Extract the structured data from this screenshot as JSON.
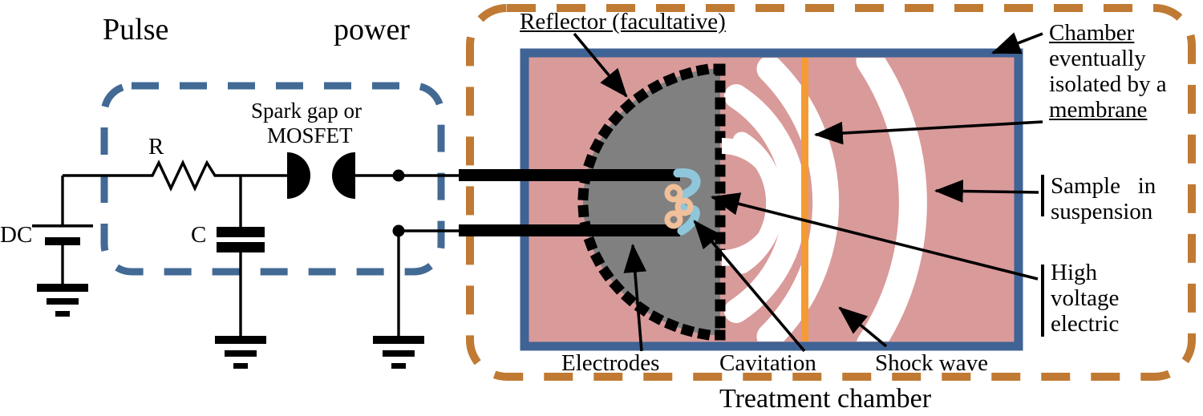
{
  "figure": {
    "title_left": "Pulse",
    "title_right": "power",
    "bottom_caption": "Treatment chamber"
  },
  "circuit": {
    "source_label": "DC",
    "resistor_label": "R",
    "capacitor_label": "C",
    "switch_label_line1": "Spark gap or",
    "switch_label_line2": "MOSFET",
    "enclosure_name": "pulse-power-dashed-box",
    "enclosure_color": "#426a94"
  },
  "chamber": {
    "enclosure_color": "#c07a33",
    "wall_color": "#3f6394",
    "fluid_color": "#d99a9a",
    "reflector_color": "#808080",
    "membrane_color": "#f59b35",
    "shockwave_color": "#ffffff",
    "bubble_fill": "#f7d7b8",
    "bubble_stroke": "#e8a869",
    "spark_color": "#8fc6da"
  },
  "callouts": {
    "reflector": "Reflector (facultative)",
    "chamber_line1": "Chamber",
    "chamber_line2": "eventually",
    "chamber_line3": "isolated by a",
    "chamber_line4": "membrane",
    "sample_line1": "Sample   in",
    "sample_line2": "suspension",
    "highvoltage_line1": "High",
    "highvoltage_line2": "voltage",
    "highvoltage_line3": "electric",
    "electrodes": "Electrodes",
    "cavitation": "Cavitation",
    "shockwave": "Shock wave"
  },
  "icons": {
    "ground": "ground-icon",
    "battery": "battery-icon",
    "resistor": "resistor-zigzag-icon",
    "capacitor": "capacitor-icon",
    "spark_gap": "spark-gap-icon",
    "node": "junction-dot-icon",
    "arrow": "arrow-icon"
  }
}
